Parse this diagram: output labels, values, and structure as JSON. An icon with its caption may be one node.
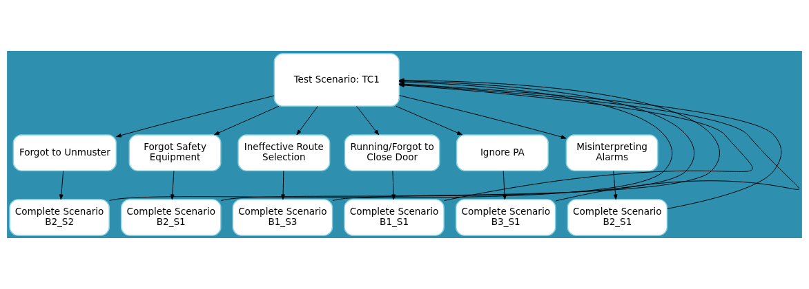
{
  "diagram": {
    "nodes": [
      {
        "text": [
          "Test Scenario: TC1"
        ]
      },
      {
        "text": [
          "Forgot to Unmuster"
        ]
      },
      {
        "text": [
          "Forgot Safety Equipment"
        ]
      },
      {
        "text": [
          "Ineffective Route Selection"
        ]
      },
      {
        "text": [
          "Running/Forgot to Close Door"
        ]
      },
      {
        "text": [
          "Ignore PA"
        ]
      },
      {
        "text": [
          "Misinterpreting Alarms"
        ]
      },
      {
        "text": [
          "Complete Scenario B2_S2"
        ]
      },
      {
        "text": [
          "Complete Scenario B2_S1"
        ]
      },
      {
        "text": [
          "Complete Scenario B1_S3"
        ]
      },
      {
        "text": [
          "Complete Scenario B1_S1"
        ]
      },
      {
        "text": [
          "Complete Scenario B3_S1"
        ]
      },
      {
        "text": [
          "Complete Scenario B2_S1"
        ]
      }
    ],
    "edges": [
      {
        "from": 0,
        "to": 1,
        "arrow": "to"
      },
      {
        "from": 0,
        "to": 2,
        "arrow": "to"
      },
      {
        "from": 0,
        "to": 3,
        "arrow": "to"
      },
      {
        "from": 0,
        "to": 4,
        "arrow": "to"
      },
      {
        "from": 0,
        "to": 5,
        "arrow": "to"
      },
      {
        "from": 0,
        "to": 6,
        "arrow": "to"
      },
      {
        "from": 1,
        "to": 7,
        "arrow": "to"
      },
      {
        "from": 2,
        "to": 8,
        "arrow": "to"
      },
      {
        "from": 3,
        "to": 9,
        "arrow": "to"
      },
      {
        "from": 4,
        "to": 10,
        "arrow": "to"
      },
      {
        "from": 5,
        "to": 11,
        "arrow": "to"
      },
      {
        "from": 6,
        "to": 12,
        "arrow": "to"
      },
      {
        "from": 7,
        "to": 0,
        "arrow": "to"
      },
      {
        "from": 8,
        "to": 0,
        "arrow": "to"
      },
      {
        "from": 9,
        "to": 0,
        "arrow": "to"
      },
      {
        "from": 10,
        "to": 0,
        "arrow": "to"
      },
      {
        "from": 11,
        "to": 0,
        "arrow": "to"
      },
      {
        "from": 12,
        "to": 0,
        "arrow": "to"
      }
    ]
  }
}
